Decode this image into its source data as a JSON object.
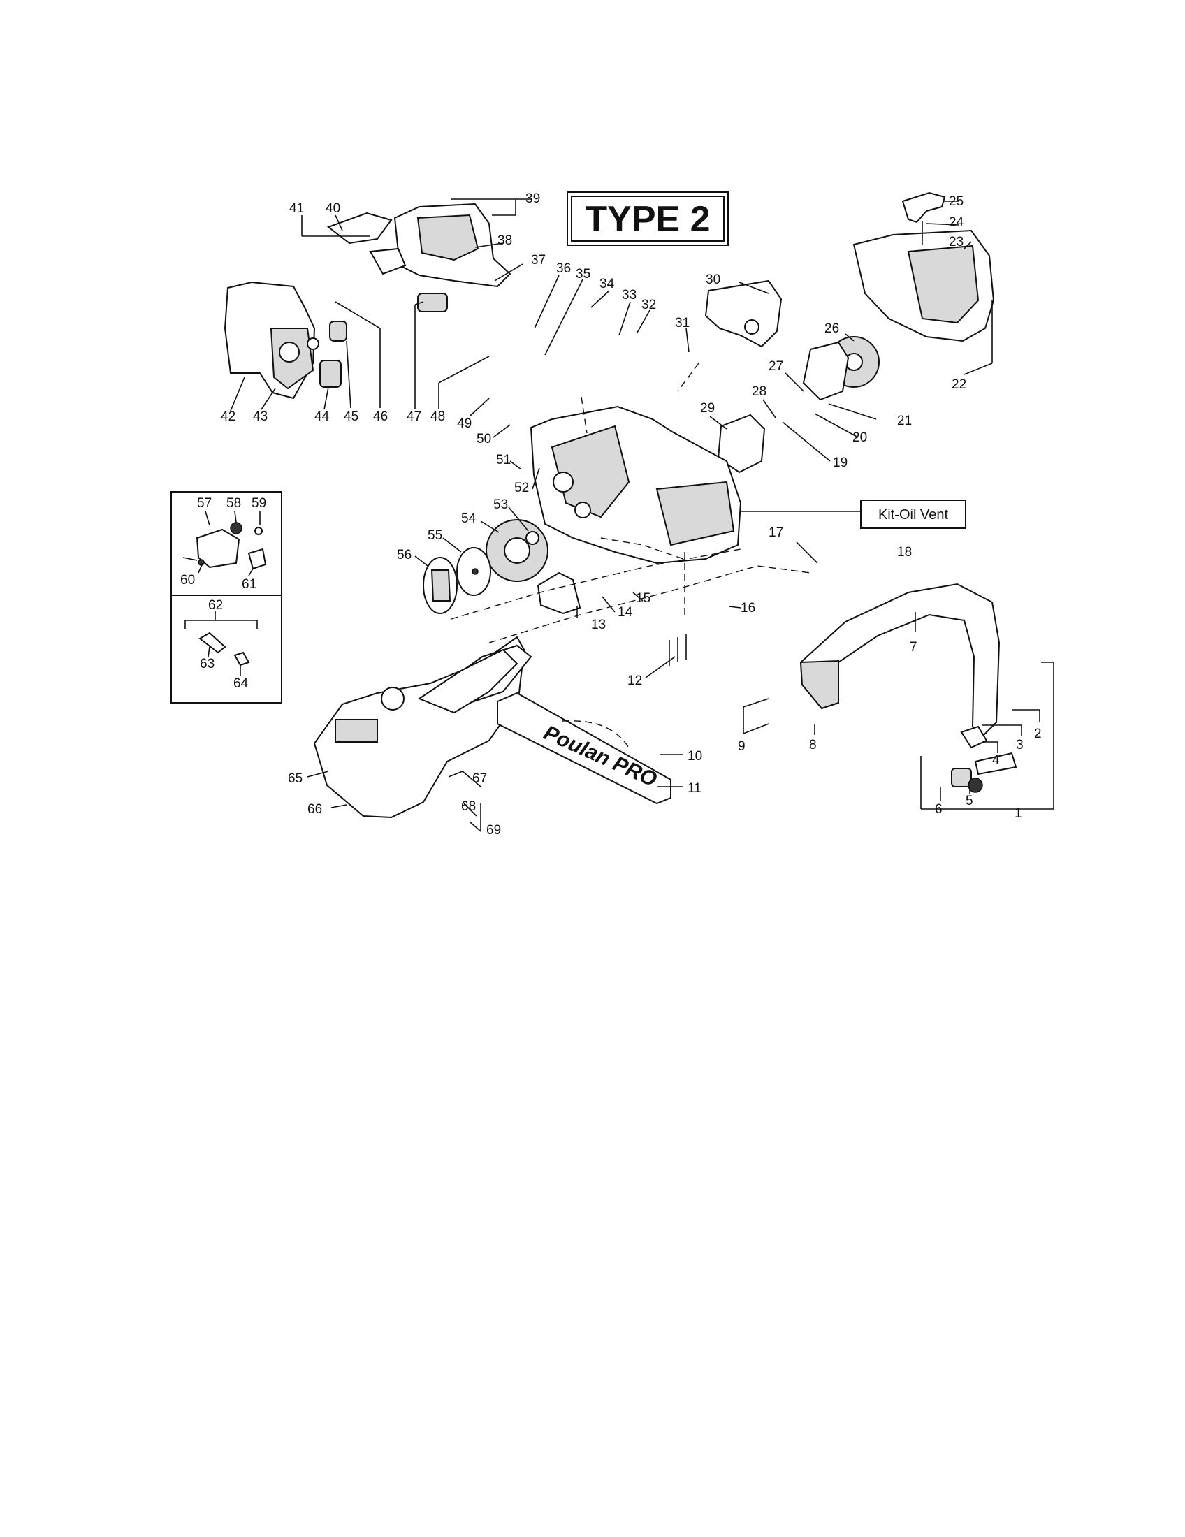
{
  "diagram": {
    "type_label": "TYPE 2",
    "kit_label": "Kit-Oil Vent",
    "brand_label": "Poulan PRO",
    "part_numbers": [
      "1",
      "2",
      "3",
      "4",
      "5",
      "6",
      "7",
      "8",
      "9",
      "10",
      "11",
      "12",
      "13",
      "14",
      "15",
      "16",
      "17",
      "18",
      "19",
      "20",
      "21",
      "22",
      "23",
      "24",
      "25",
      "26",
      "27",
      "28",
      "29",
      "30",
      "31",
      "32",
      "33",
      "34",
      "35",
      "36",
      "37",
      "38",
      "39",
      "40",
      "41",
      "42",
      "43",
      "44",
      "45",
      "46",
      "47",
      "48",
      "49",
      "50",
      "51",
      "52",
      "53",
      "54",
      "55",
      "56",
      "57",
      "58",
      "59",
      "60",
      "61",
      "62",
      "63",
      "64",
      "65",
      "66",
      "67",
      "68",
      "69"
    ]
  }
}
